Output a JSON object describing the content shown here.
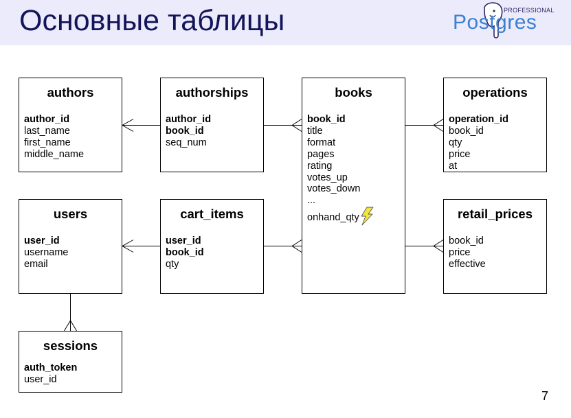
{
  "header": {
    "title": "Основные таблицы",
    "logo": {
      "word": "Postgres",
      "tag": "PROFESSIONAL"
    }
  },
  "entities": {
    "authors": {
      "name": "authors",
      "keys": [
        "author_id"
      ],
      "fields": [
        "last_name",
        "first_name",
        "middle_name"
      ]
    },
    "authorships": {
      "name": "authorships",
      "keys": [
        "author_id",
        "book_id"
      ],
      "fields": [
        "seq_num"
      ]
    },
    "books": {
      "name": "books",
      "keys": [
        "book_id"
      ],
      "fields": [
        "title",
        "format",
        "pages",
        "rating",
        "votes_up",
        "votes_down",
        "...",
        "onhand_qty"
      ]
    },
    "operations": {
      "name": "operations",
      "keys": [
        "operation_id"
      ],
      "fields": [
        "book_id",
        "qty",
        "price",
        "at"
      ]
    },
    "users": {
      "name": "users",
      "keys": [
        "user_id"
      ],
      "fields": [
        "username",
        "email"
      ]
    },
    "cart_items": {
      "name": "cart_items",
      "keys": [
        "user_id",
        "book_id"
      ],
      "fields": [
        "qty"
      ]
    },
    "retail_prices": {
      "name": "retail_prices",
      "keys": [],
      "fields": [
        "book_id",
        "price",
        "effective"
      ]
    },
    "sessions": {
      "name": "sessions",
      "keys": [
        "auth_token"
      ],
      "fields": [
        "user_id"
      ]
    }
  },
  "relationships": [
    {
      "from": "authors",
      "to": "authorships",
      "many_side": "authors"
    },
    {
      "from": "authorships",
      "to": "books",
      "many_side": "books"
    },
    {
      "from": "books",
      "to": "operations",
      "many_side": "operations"
    },
    {
      "from": "users",
      "to": "cart_items",
      "many_side": "users"
    },
    {
      "from": "cart_items",
      "to": "books",
      "many_side": "books"
    },
    {
      "from": "books",
      "to": "retail_prices",
      "many_side": "retail_prices"
    },
    {
      "from": "users",
      "to": "sessions",
      "many_side": "sessions"
    }
  ],
  "lightning_icon": "lightning-bolt-icon",
  "colors": {
    "header_bg": "#ebebfb",
    "title": "#14145a",
    "logo_blue": "#3d7fd0",
    "lightning": "#f2e640"
  },
  "page_number": "7"
}
